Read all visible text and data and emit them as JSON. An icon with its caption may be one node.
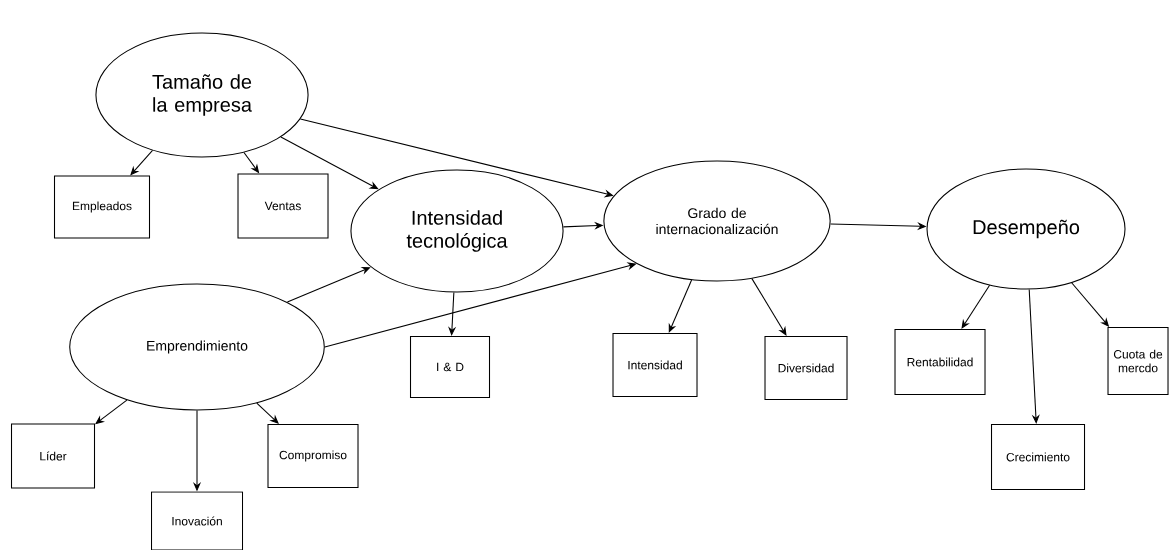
{
  "diagram": {
    "nodes": [
      {
        "text": [
          "Tamaño de la empresa"
        ]
      },
      {
        "text": [
          "Empleados"
        ]
      },
      {
        "text": [
          "Ventas"
        ]
      },
      {
        "text": [
          "Intensidad tecnológica"
        ]
      },
      {
        "text": [
          "Grado de internacionalización"
        ]
      },
      {
        "text": [
          "Desempeño"
        ]
      },
      {
        "text": [
          "Emprendimiento"
        ]
      },
      {
        "text": [
          "I & D"
        ]
      },
      {
        "text": [
          "Intensidad"
        ]
      },
      {
        "text": [
          "Diversidad"
        ]
      },
      {
        "text": [
          "Rentabilidad"
        ]
      },
      {
        "text": [
          "Cuota de mercdo"
        ]
      },
      {
        "text": [
          "Líder"
        ]
      },
      {
        "text": [
          "Compromiso"
        ]
      },
      {
        "text": [
          "Crecimiento"
        ]
      },
      {
        "text": [
          "Inovación"
        ]
      }
    ],
    "edges": [
      {
        "from": 0,
        "to": 1,
        "arrow": "to"
      },
      {
        "from": 0,
        "to": 2,
        "arrow": "to"
      },
      {
        "from": 0,
        "to": 3,
        "arrow": "to"
      },
      {
        "from": 0,
        "to": 4,
        "arrow": "to"
      },
      {
        "from": 3,
        "to": 4,
        "arrow": "to"
      },
      {
        "from": 6,
        "to": 3,
        "arrow": "to"
      },
      {
        "from": 6,
        "to": 4,
        "arrow": "to"
      },
      {
        "from": 3,
        "to": 7,
        "arrow": "to"
      },
      {
        "from": 4,
        "to": 8,
        "arrow": "to"
      },
      {
        "from": 4,
        "to": 9,
        "arrow": "to"
      },
      {
        "from": 4,
        "to": 5,
        "arrow": "to"
      },
      {
        "from": 5,
        "to": 10,
        "arrow": "to"
      },
      {
        "from": 5,
        "to": 14,
        "arrow": "to"
      },
      {
        "from": 5,
        "to": 11,
        "arrow": "to"
      },
      {
        "from": 6,
        "to": 12,
        "arrow": "to"
      },
      {
        "from": 6,
        "to": 15,
        "arrow": "to"
      },
      {
        "from": 6,
        "to": 13,
        "arrow": "to"
      }
    ]
  }
}
